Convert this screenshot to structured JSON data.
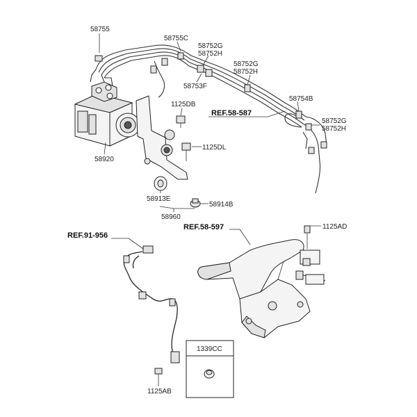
{
  "labels": {
    "p58755": "58755",
    "p58755c": "58755C",
    "p58752g_1": "58752G",
    "p58752h_1": "58752H",
    "p58753f": "58753F",
    "p58752g_2": "58752G",
    "p58752h_2": "58752H",
    "p58754b": "58754B",
    "ref_58587": "REF.58-587",
    "p58752g_3": "58752G",
    "p58752h_3": "58752H",
    "p1125db": "1125DB",
    "p1125dl": "1125DL",
    "p58920": "58920",
    "p58913e": "58913E",
    "p58914b": "58914B",
    "p58960": "58960",
    "ref_91956": "REF.91-956",
    "ref_58597": "REF.58-597",
    "p1125ad": "1125AD",
    "p1339cc": "1339CC",
    "p1125ab": "1125AB"
  }
}
